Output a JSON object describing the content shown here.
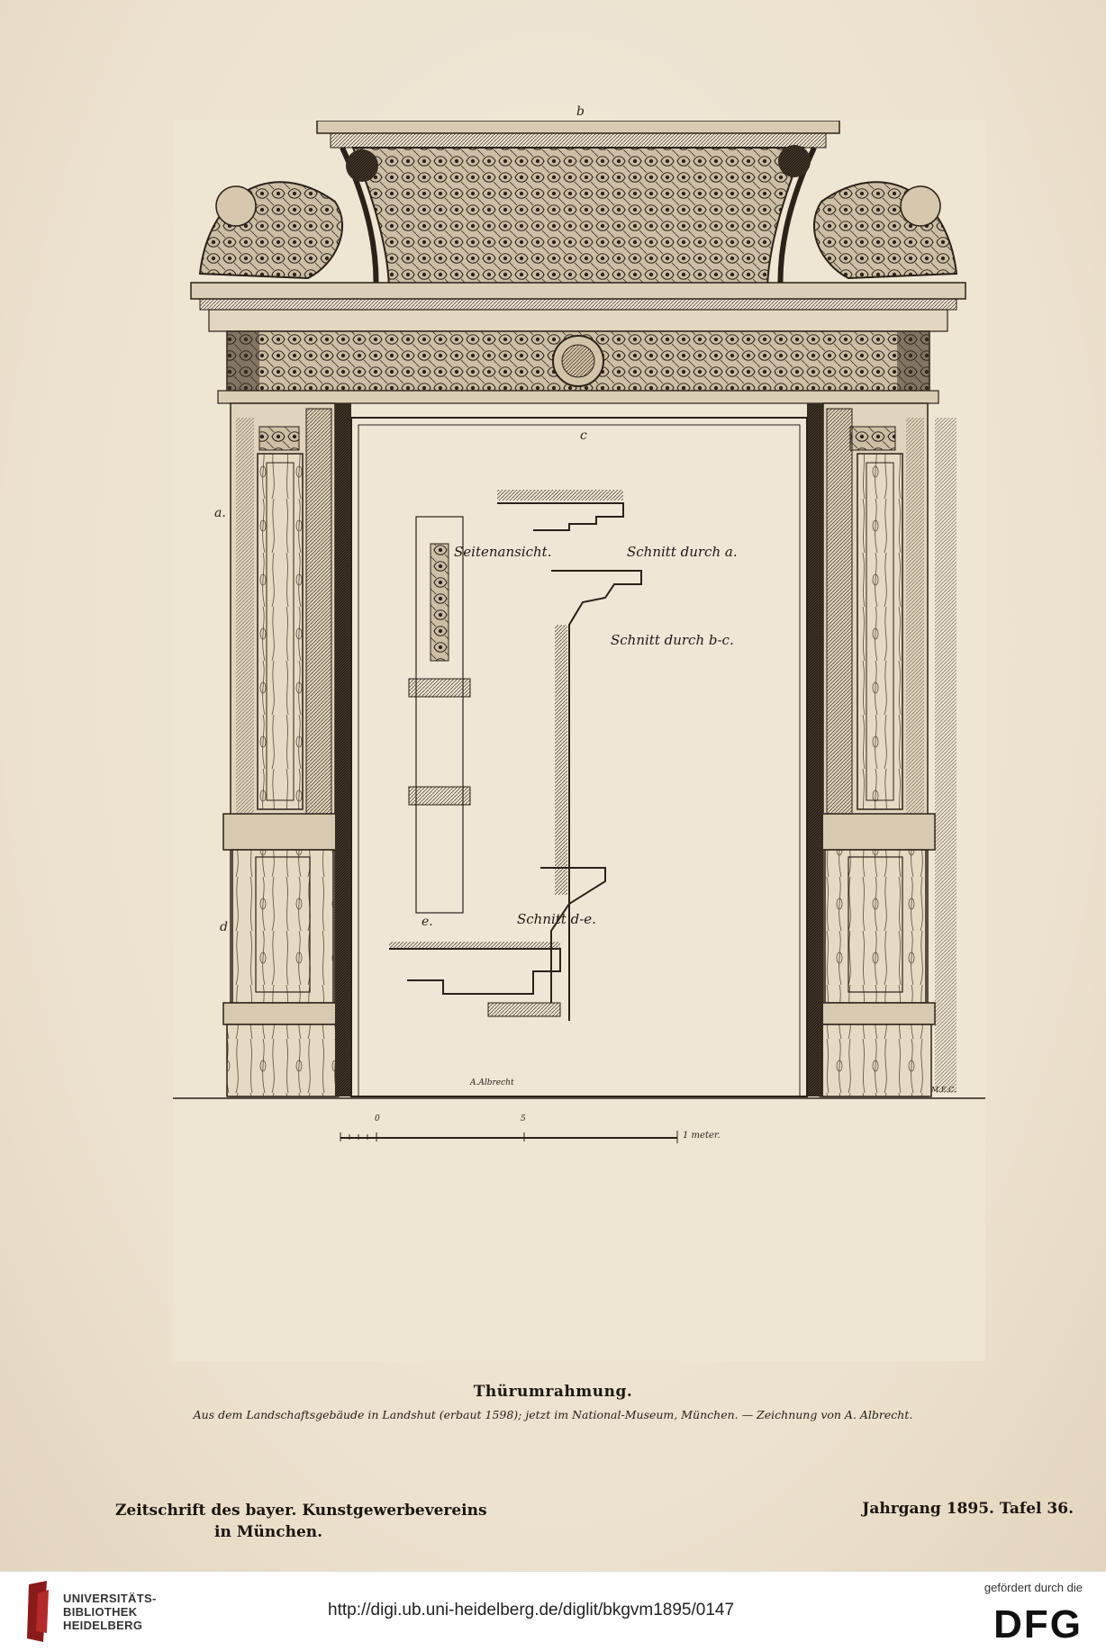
{
  "plate": {
    "letters": {
      "b": "b",
      "a": "a.",
      "c": "c",
      "d": "d",
      "e": "e."
    },
    "section_labels": {
      "side_view": "Seitenansicht.",
      "section_a": "Schnitt durch a.",
      "section_bc": "Schnitt durch b-c.",
      "section_de": "Schnitt d-e."
    },
    "scale": {
      "zero": "0",
      "five": "5",
      "unit": "1 meter."
    },
    "signature": "A.Albrecht",
    "engraver": "M.E.C."
  },
  "caption": {
    "title": "Thürumrahmung.",
    "subtitle": "Aus dem Landschaftsgebäude in Landshut (erbaut 1598); jetzt im National-Museum, München. — Zeichnung von A. Albrecht."
  },
  "footer_page": {
    "journal_line1": "Zeitschrift des bayer. Kunstgewerbevereins",
    "journal_line2": "in München.",
    "year_plate": "Jahrgang 1895.   Tafel 36."
  },
  "site_footer": {
    "library_line1": "UNIVERSITÄTS-",
    "library_line2": "BIBLIOTHEK",
    "library_line3": "HEIDELBERG",
    "url": "http://digi.ub.uni-heidelberg.de/diglit/bkgvm1895/0147",
    "funded_by": "gefördert durch die",
    "dfg": "DFG"
  }
}
